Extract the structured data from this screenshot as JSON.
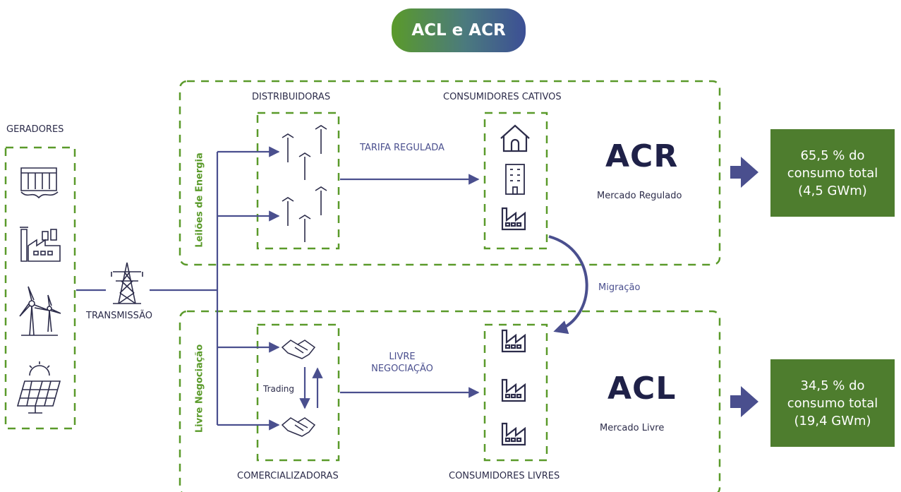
{
  "title": "ACL e ACR",
  "labels": {
    "geradores": "GERADORES",
    "transmissao": "TRANSMISSÃO",
    "distribuidoras": "DISTRIBUIDORAS",
    "consumidores_cativos": "CONSUMIDORES CATIVOS",
    "tarifa_regulada": "TARIFA REGULADA",
    "leiloes": "Leilões de Energia",
    "livre_negociacao_vertical": "Livre Negociação",
    "migracao": "Migração",
    "trading": "Trading",
    "livre_negociacao_line1": "LIVRE",
    "livre_negociacao_line2": "NEGOCIAÇÃO",
    "comercializadoras": "COMERCIALIZADORAS",
    "consumidores_livres": "CONSUMIDORES LIVRES"
  },
  "acr": {
    "name": "ACR",
    "subtitle": "Mercado Regulado",
    "share_line1": "65,5 % do",
    "share_line2": "consumo total",
    "share_line3": "(4,5 GWm)"
  },
  "acl": {
    "name": "ACL",
    "subtitle": "Mercado Livre",
    "share_line1": "34,5 % do",
    "share_line2": "consumo total",
    "share_line3": "(19,4 GWm)"
  },
  "colors": {
    "green": "#5a9a2a",
    "dark_green": "#4e7d2e",
    "navy": "#4a4f8e",
    "dark_navy": "#1f2148"
  }
}
